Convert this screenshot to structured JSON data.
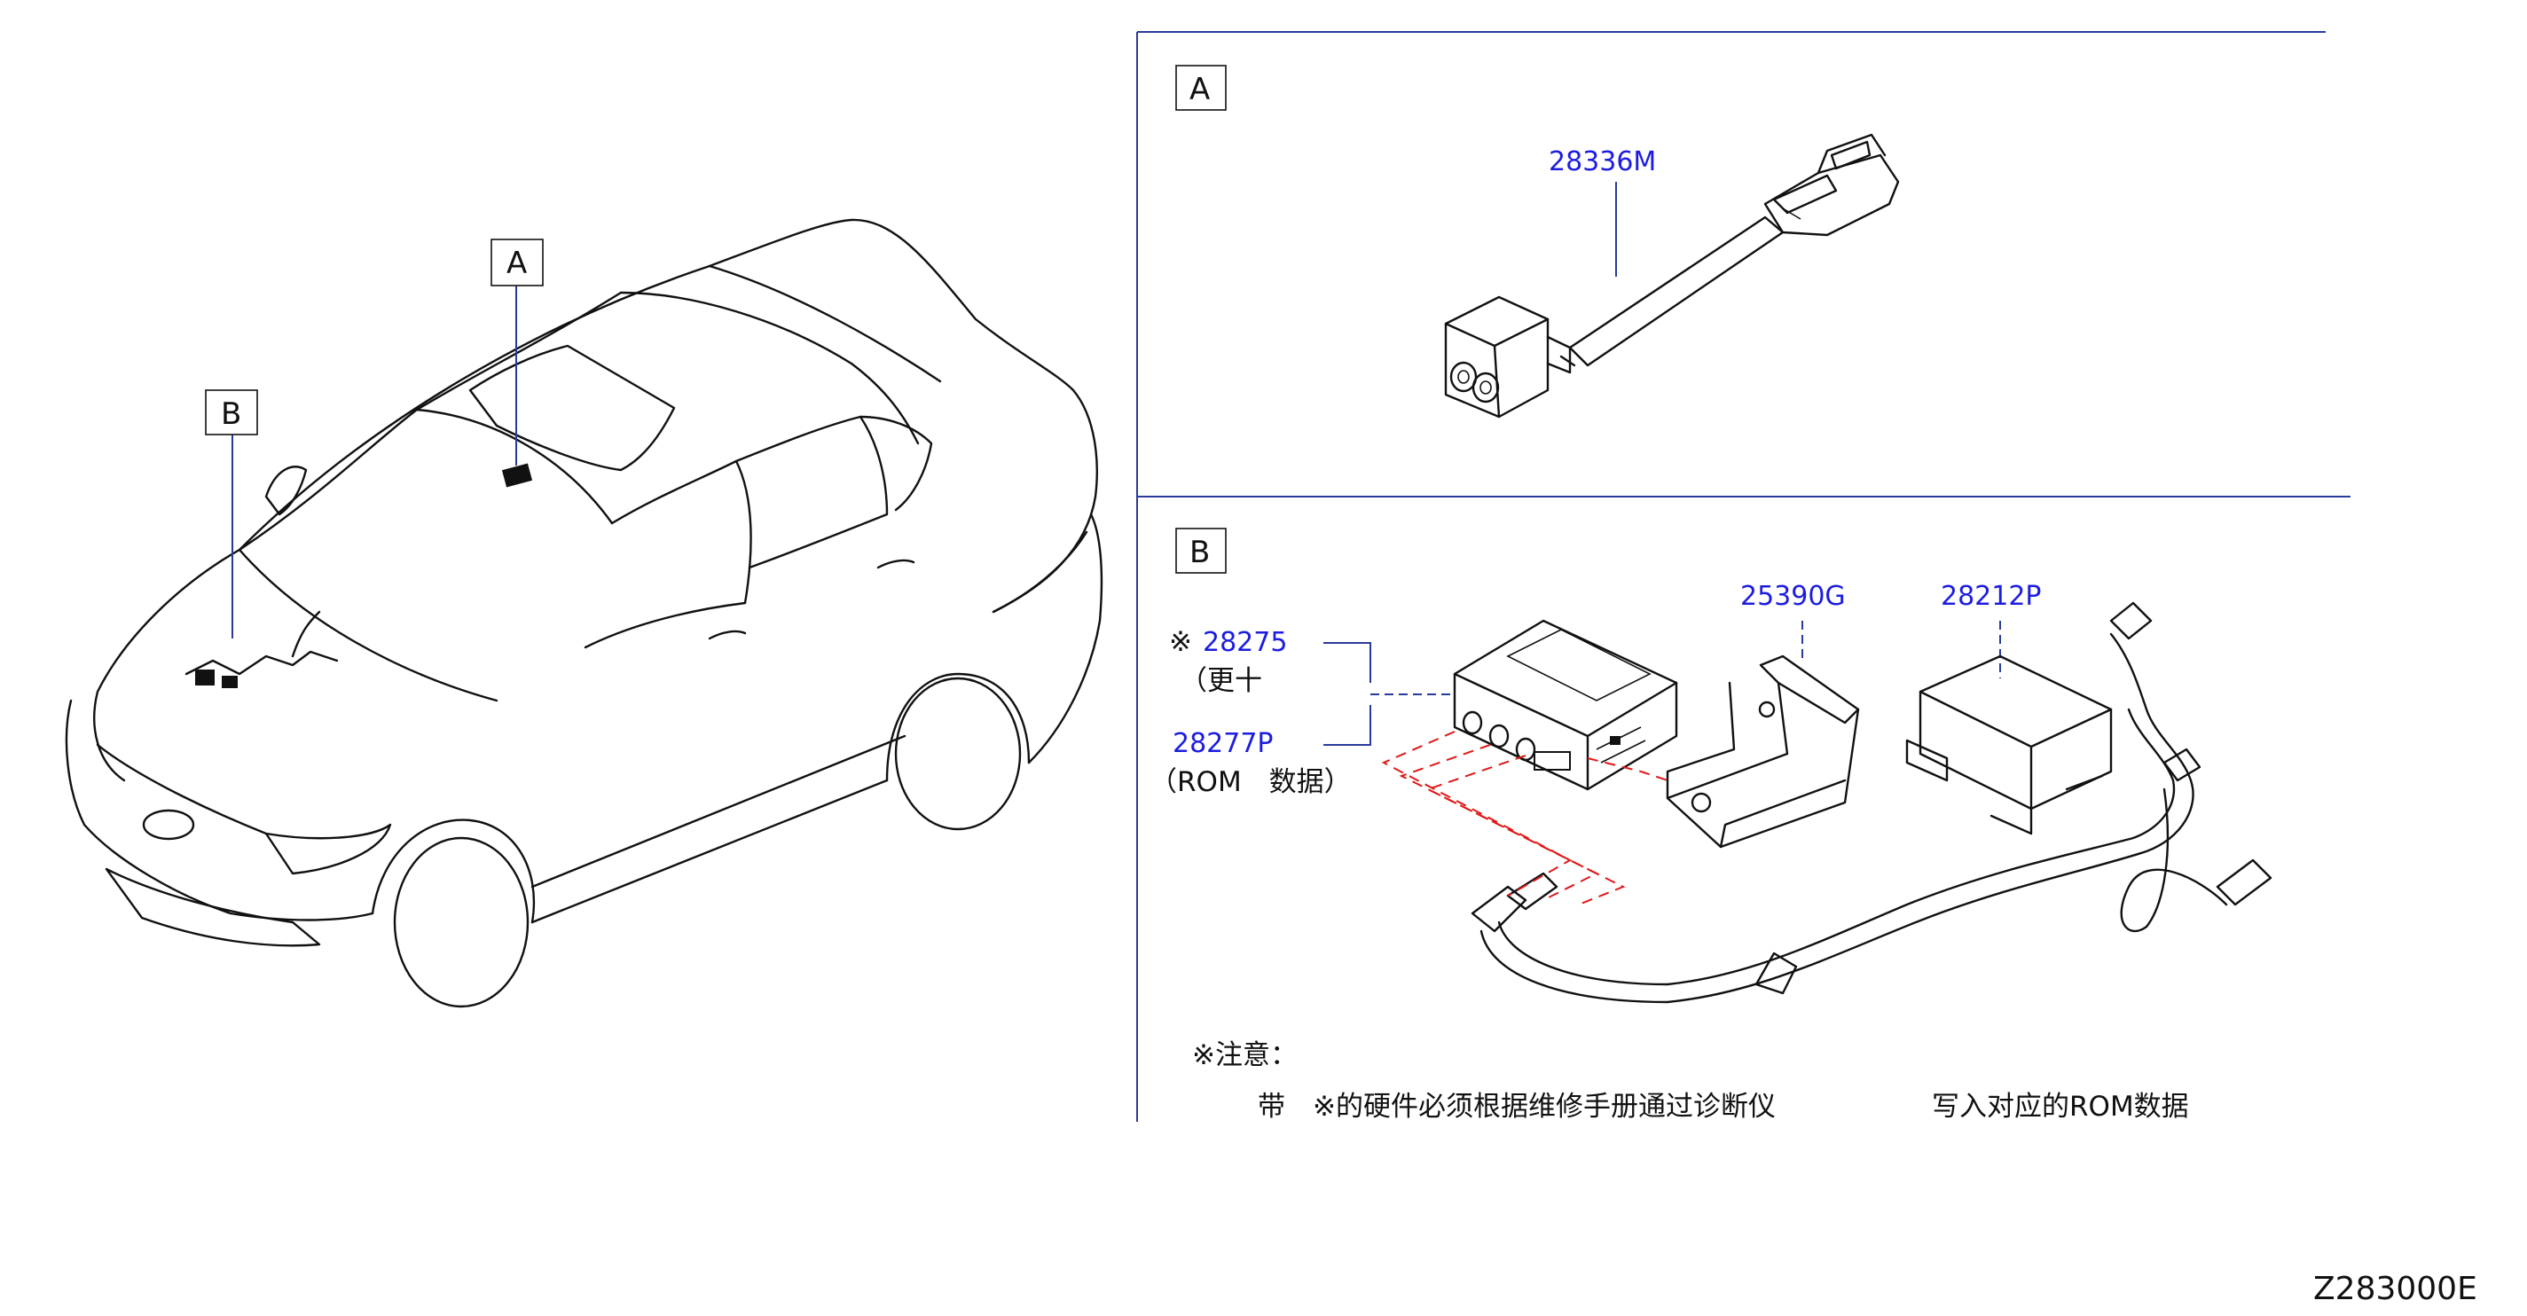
{
  "callouts": {
    "A": "A",
    "B": "B",
    "panel_a": "A",
    "panel_b": "B"
  },
  "parts": {
    "p28336M": "28336M",
    "p25390G": "25390G",
    "p28212P": "28212P",
    "p28275_mark": "※",
    "p28275": "28275",
    "p28275_sub": "（更十",
    "p28277P": "28277P",
    "p28277P_sub": "（ROM　数据）"
  },
  "notes": {
    "title": "※注意：",
    "line_left": "带　※的硬件必须根据维修手册通过诊断仪",
    "line_right": "写入对应的ROM数据"
  },
  "diagram_code": "Z283000E",
  "colors": {
    "part_number": "#1d1de0",
    "frame": "#2a3a9a",
    "dashed_leader": "#e01818",
    "line": "#111111"
  }
}
